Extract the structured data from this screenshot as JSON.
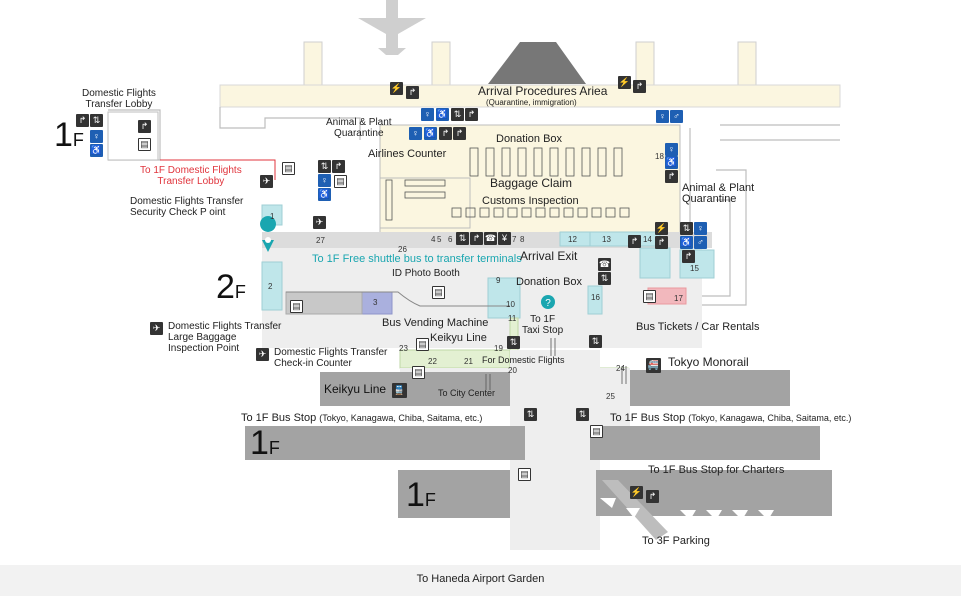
{
  "floors": {
    "f1_upper": "1",
    "f2": "2",
    "f1_mid": "1",
    "f1_low": "1",
    "suffix": "F"
  },
  "labels": {
    "domestic_transfer_lobby": "Domestic Flights\nTransfer Lobby",
    "to_1f_domestic_lobby": "To 1F Domestic Flights\nTransfer Lobby",
    "security_check": "Domestic Flights Transfer\nSecurity Check P oint",
    "arrival_procedures": "Arrival Procedures Ariea",
    "quarantine_immigration": "(Quarantine, immigration)",
    "animal_plant_1": "Animal & Plant\nQuarantine",
    "donation_box_1": "Donation Box",
    "airlines_counter": "Airlines Counter",
    "baggage_claim": "Baggage Claim",
    "animal_plant_2": "Animal & Plant\nQuarantine",
    "customs_inspection": "Customs Inspection",
    "shuttle_bus": "To 1F Free shuttle bus to transfer terminals",
    "arrival_exit": "Arrival Exit",
    "id_photo_booth": "ID Photo Booth",
    "donation_box_2": "Donation Box",
    "bus_vending": "Bus Vending Machine",
    "taxi_stop": "To 1F\nTaxi Stop",
    "bus_tickets": "Bus Tickets / Car Rentals",
    "keikyu_line_1": "Keikyu Line",
    "large_baggage": "Domestic Flights Transfer\nLarge Baggage\nInspection Point",
    "checkin_counter": "Domestic Flights Transfer\nCheck-in Counter",
    "for_domestic": "For Domestic Flights",
    "tokyo_monorail": "Tokyo Monorail",
    "keikyu_line_2": "Keikyu Line",
    "to_city_center": "To City Center",
    "bus_stop_left": "To 1F Bus Stop",
    "bus_stop_left_sub": "(Tokyo, Kanagawa, Chiba, Saitama, etc.)",
    "bus_stop_right": "To 1F Bus Stop",
    "bus_stop_right_sub": "(Tokyo, Kanagawa, Chiba, Saitama, etc.)",
    "bus_stop_charters": "To 1F Bus Stop for Charters",
    "to_3f_parking": "To 3F Parking",
    "to_haneda_garden": "To Haneda Airport Garden"
  },
  "numbers": [
    "1",
    "2",
    "3",
    "4",
    "5",
    "6",
    "7",
    "8",
    "9",
    "10",
    "11",
    "12",
    "13",
    "14",
    "15",
    "16",
    "17",
    "18",
    "19",
    "20",
    "21",
    "22",
    "23",
    "24",
    "25",
    "26",
    "27"
  ],
  "icons": [
    "elevator-icon",
    "escalator-icon",
    "restroom-icon",
    "accessible-icon",
    "info-icon",
    "phone-icon",
    "atm-icon",
    "aed-icon",
    "locker-icon",
    "bus-icon",
    "train-icon",
    "monorail-icon",
    "location-pin-icon",
    "airplane-icon"
  ],
  "colors": {
    "arrival_zone": "#fbf6e0",
    "corridor": "#e9e9e9",
    "wall": "#c4c4c4",
    "road": "#a3a3a3",
    "teal_zone": "#bfe6ea",
    "green_zone": "#e3f0d2",
    "purple_zone": "#aab0de",
    "pink_zone": "#f2b8bd",
    "accent_teal": "#1aa6b0",
    "accent_red": "#e0343c",
    "icon_blue": "#1e5fb3"
  }
}
